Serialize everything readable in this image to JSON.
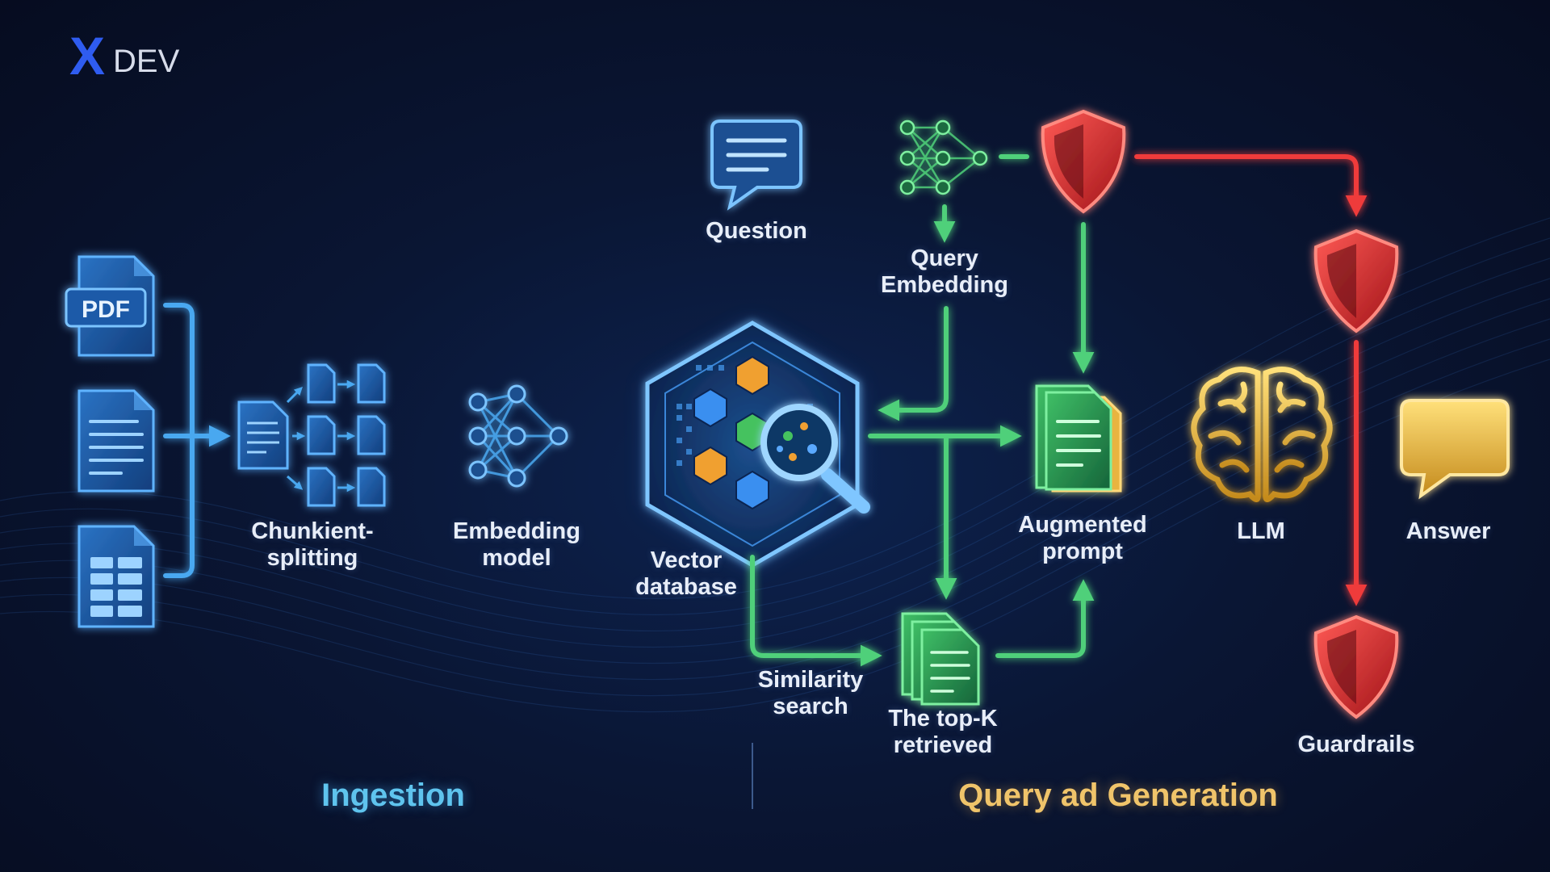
{
  "brand": {
    "mark": "X",
    "text": "DEV"
  },
  "icons": {
    "pdf_badge": "PDF",
    "names": [
      "pdf-document-icon",
      "text-document-icon",
      "spreadsheet-document-icon",
      "chunking-icon",
      "neural-network-icon",
      "vector-database-icon",
      "magnifier-icon",
      "chat-bubble-icon",
      "shield-icon",
      "document-stack-icon",
      "brain-icon",
      "answer-bubble-icon"
    ]
  },
  "nodes": {
    "chunking": "Chunkient-\nsplitting",
    "embedding_model": "Embedding\nmodel",
    "vector_db": "Vector\ndatabase",
    "question": "Question",
    "query_embedding": "Query\nEmbedding",
    "augmented_prompt": "Augmented\nprompt",
    "llm": "LLM",
    "answer": "Answer",
    "similarity_search": "Similarity\nsearch",
    "top_k": "The top-K\nretrieved",
    "guardrails": "Guardrails"
  },
  "sections": {
    "ingestion": "Ingestion",
    "query": "Query ad Generation"
  },
  "colors": {
    "ingestion": "#4aa8f0",
    "query": "#4fd07a",
    "guardrail": "#ef3b3b",
    "generation": "#e8b440",
    "brand": "#2f5cf0"
  }
}
